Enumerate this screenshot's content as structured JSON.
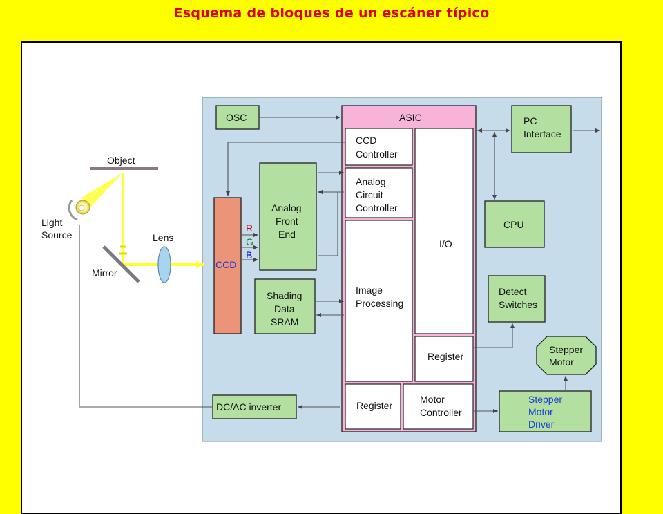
{
  "title": "Esquema de bloques de un escáner típico",
  "colors": {
    "page_bg": "#ffff00",
    "title": "#dd0000",
    "board_bg": "#c6dcea",
    "block_green": "#b3e0a0",
    "asic_pink": "#f7b4d8",
    "ccd_orange": "#ec9478",
    "light_ray": "#ffff44"
  },
  "optics": {
    "object": "Object",
    "light_source": [
      "Light",
      "Source"
    ],
    "mirror": "Mirror",
    "lens": "Lens"
  },
  "blocks": {
    "osc": "OSC",
    "asic": "ASIC",
    "ccd_controller": [
      "CCD",
      "Controller"
    ],
    "analog_circuit_controller": [
      "Analog",
      "Circuit",
      "Controller"
    ],
    "image_processing": [
      "Image",
      "Processing"
    ],
    "io": "I/O",
    "register_io": "Register",
    "register_bottom": "Register",
    "motor_controller": [
      "Motor",
      "Controller"
    ],
    "pc_interface": [
      "PC",
      "Interface"
    ],
    "cpu": "CPU",
    "detect_switches": [
      "Detect",
      "Switches"
    ],
    "stepper_motor": [
      "Stepper",
      "Motor"
    ],
    "stepper_motor_driver": [
      "Stepper",
      "Motor",
      "Driver"
    ],
    "ccd": "CCD",
    "analog_front_end": [
      "Analog",
      "Front",
      "End"
    ],
    "shading_sram": [
      "Shading",
      "Data",
      "SRAM"
    ],
    "dcac_inverter": "DC/AC inverter"
  },
  "channels": {
    "r": {
      "label": "R",
      "color": "#dd0000"
    },
    "g": {
      "label": "G",
      "color": "#008800"
    },
    "b": {
      "label": "B",
      "color": "#0000cc"
    }
  }
}
